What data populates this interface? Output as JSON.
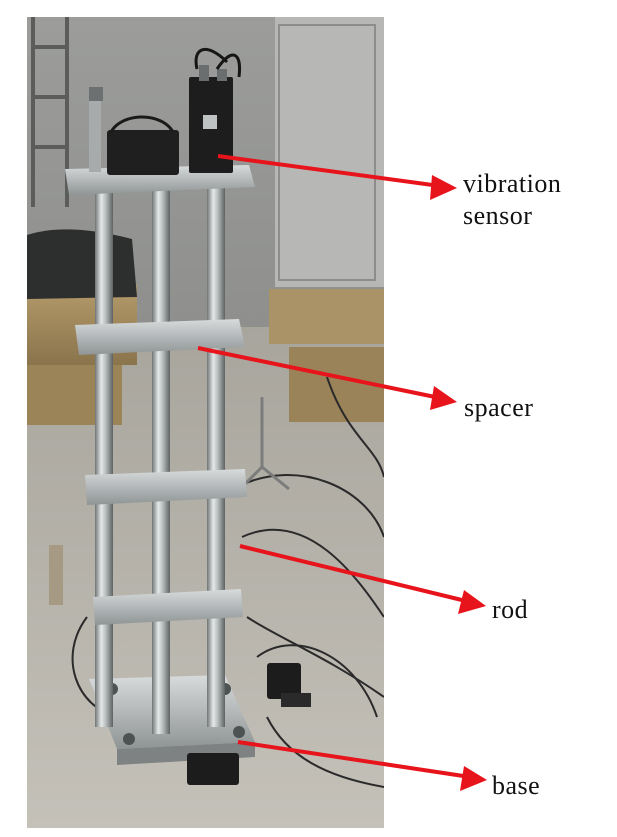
{
  "labels": {
    "vibration_sensor_line1": "vibration",
    "vibration_sensor_line2": "sensor",
    "spacer": "spacer",
    "rod": "rod",
    "base": "base"
  },
  "colors": {
    "arrow": "#e8141c",
    "label_text": "#111111",
    "floor": "#b9b6ae",
    "wall": "#a9a9a6",
    "steel": "#c9cccd",
    "sensor": "#1d1d1d"
  },
  "icons": {
    "arrow": "arrow-right-icon"
  }
}
